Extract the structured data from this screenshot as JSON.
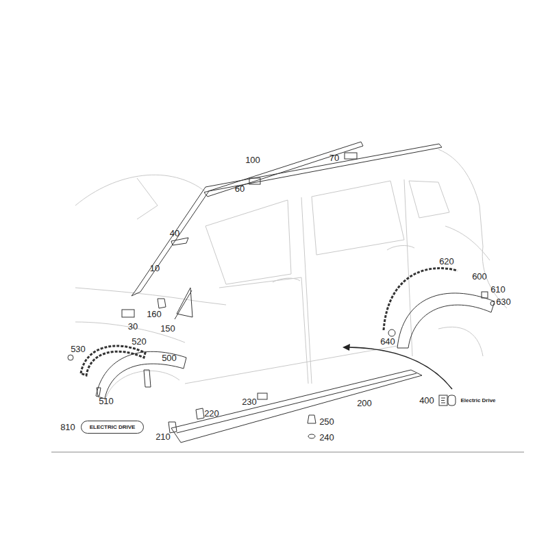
{
  "diagram": {
    "nodes": [
      {
        "text": [
          "ELECTRIC DRIVE"
        ]
      }
    ],
    "labels": [
      "100",
      "70",
      "60",
      "40",
      "10",
      "30",
      "160",
      "150",
      "530",
      "520",
      "500",
      "510",
      "810",
      "210",
      "220",
      "230",
      "200",
      "250",
      "240",
      "400",
      "Electric Drive",
      "620",
      "600",
      "610",
      "630",
      "640"
    ]
  }
}
